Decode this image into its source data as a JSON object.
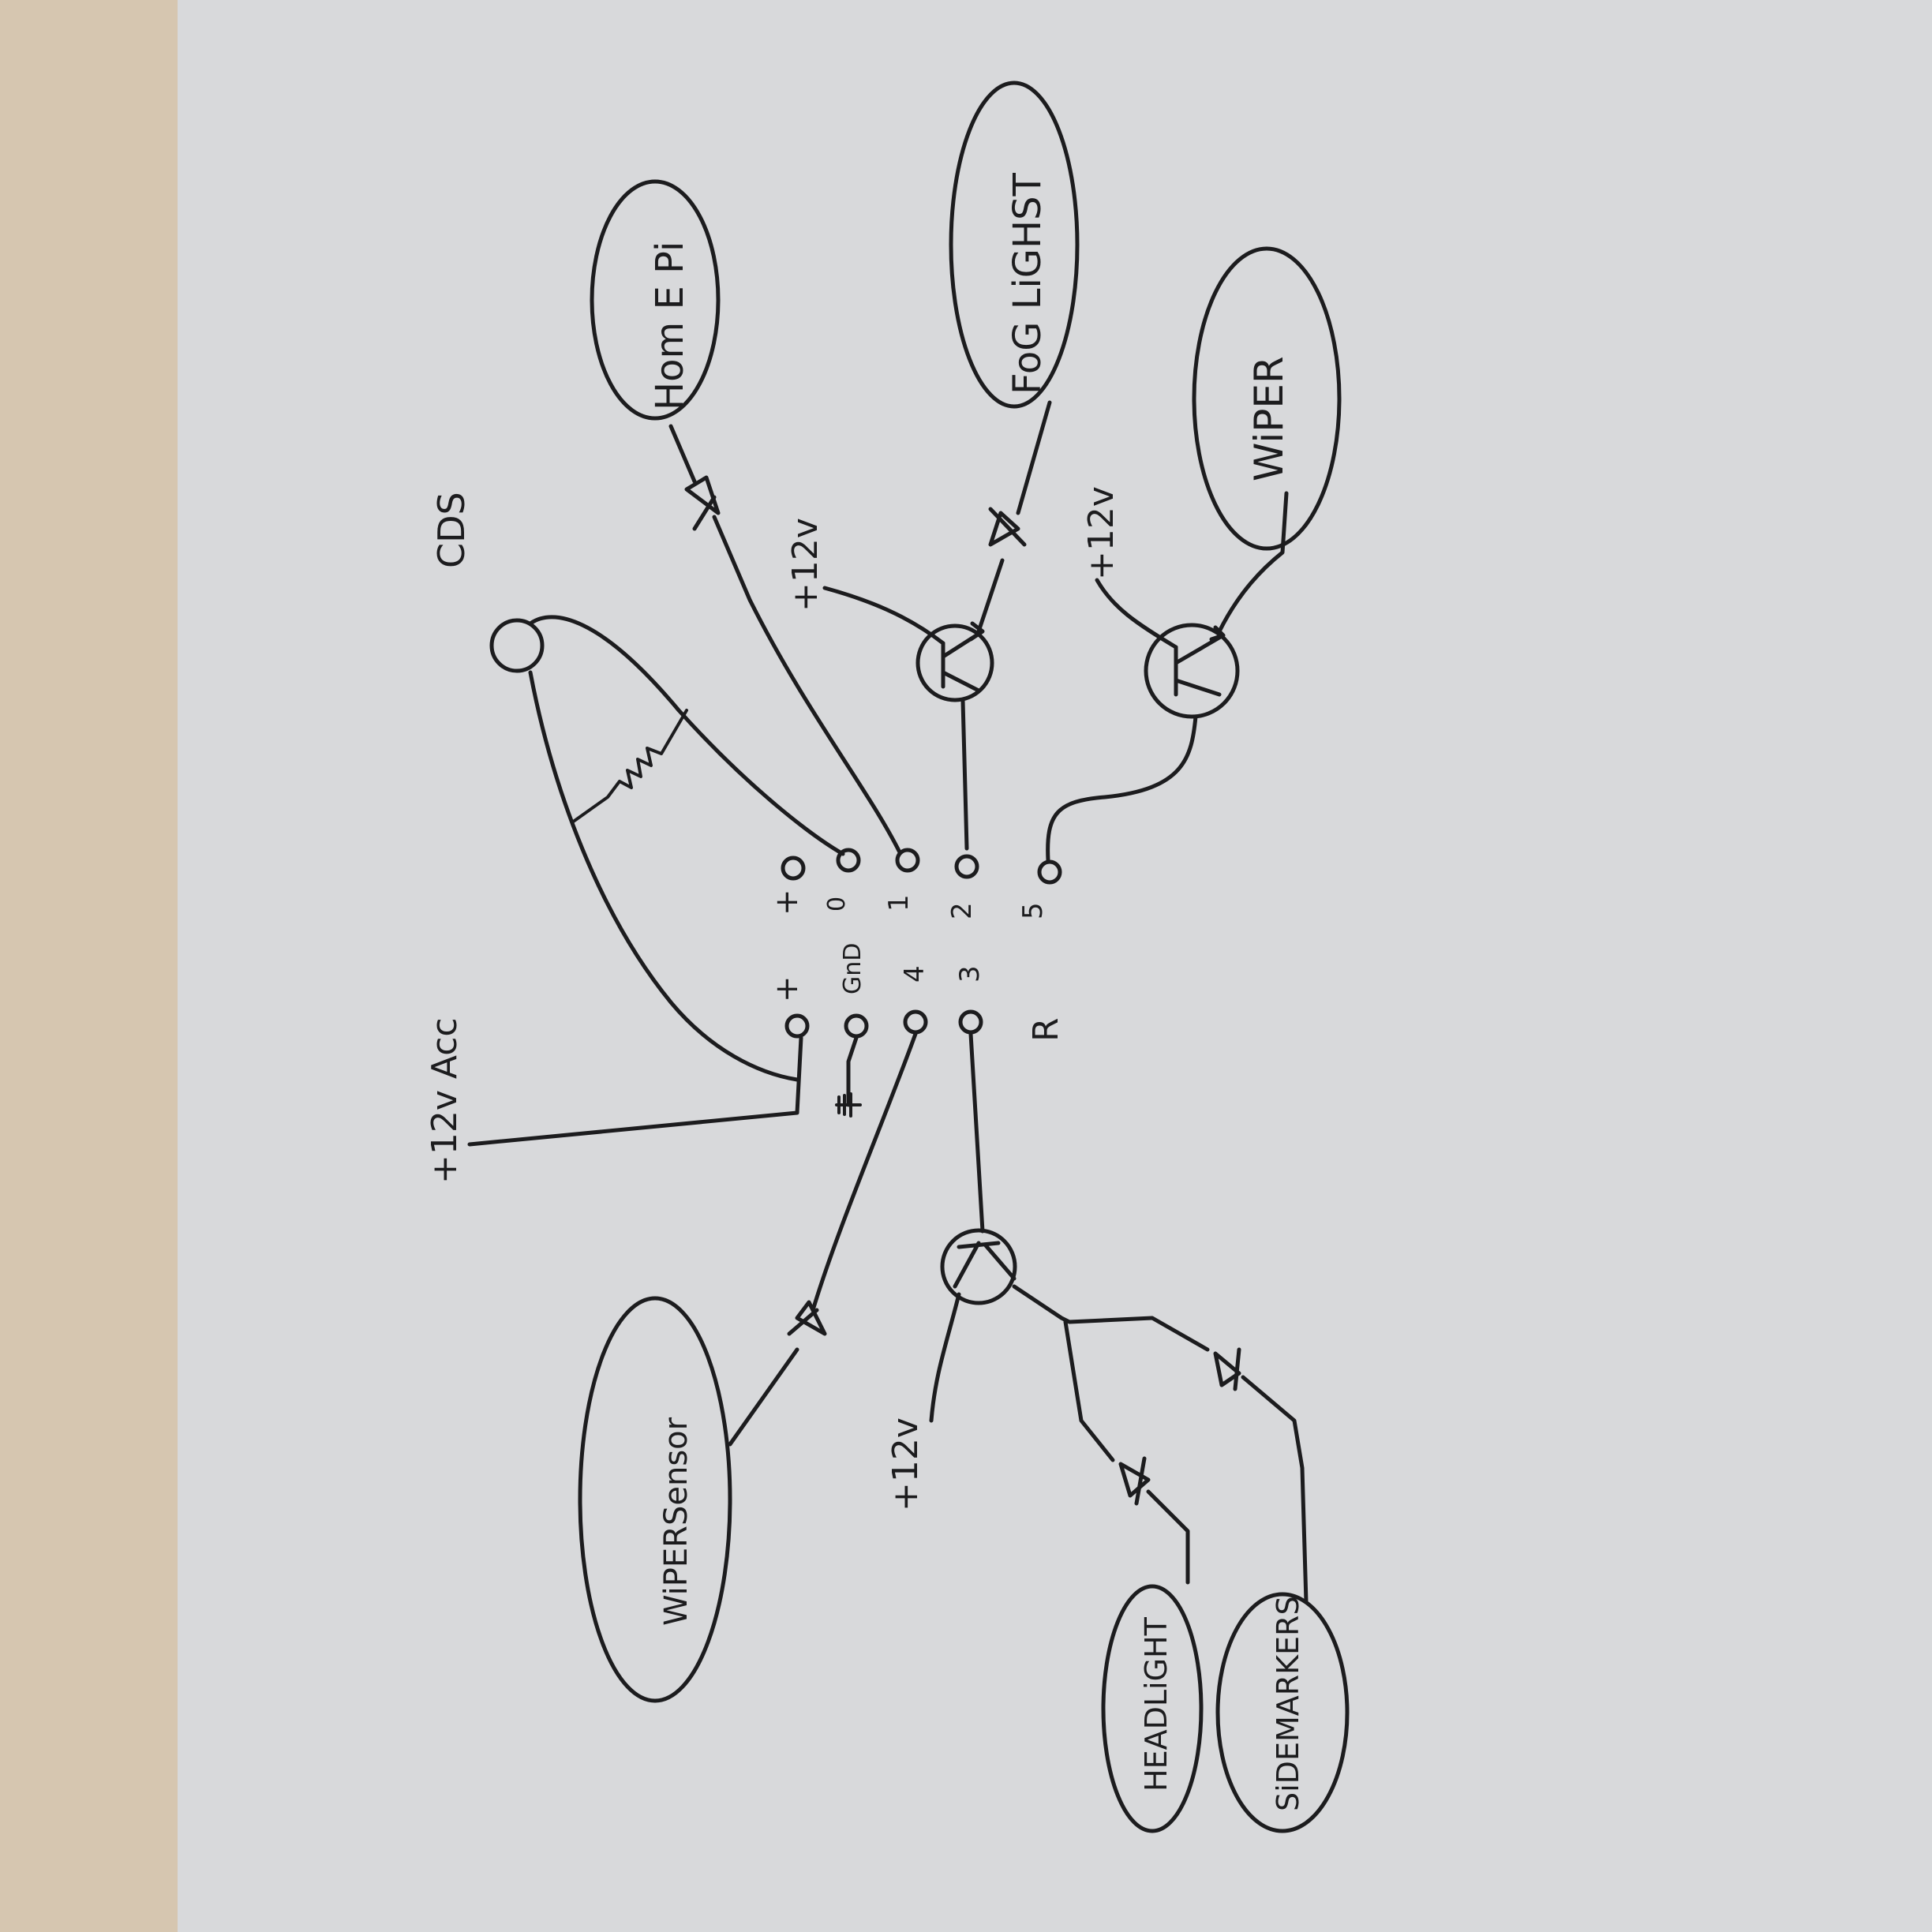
{
  "colors": {
    "ink": "#1c1c1e",
    "paper": "#d8d9db",
    "desk": "#d6c6b0"
  },
  "labels": {
    "cds": "CDS",
    "home_pi": "Hom E Pi",
    "fog_light": "FoG LiGHST",
    "wiper": "WiPER",
    "wiper_sensor": "WiPERSensor",
    "headlight": "HEADLiGHT",
    "sidemarkers": "SiDEMARKERS",
    "plus12v_acc": "+12v Acc",
    "plus12v_fog": "+12v",
    "plus12v_wiper": "+12v",
    "plus12v_head": "+12v"
  },
  "terminals": {
    "plus": "+",
    "gnd": "GnD",
    "pin0": "0",
    "pin1": "1",
    "pin2": "2",
    "pin3": "3",
    "pin4": "4",
    "pin5": "5",
    "top_plus": "+",
    "pin_r": "R"
  }
}
